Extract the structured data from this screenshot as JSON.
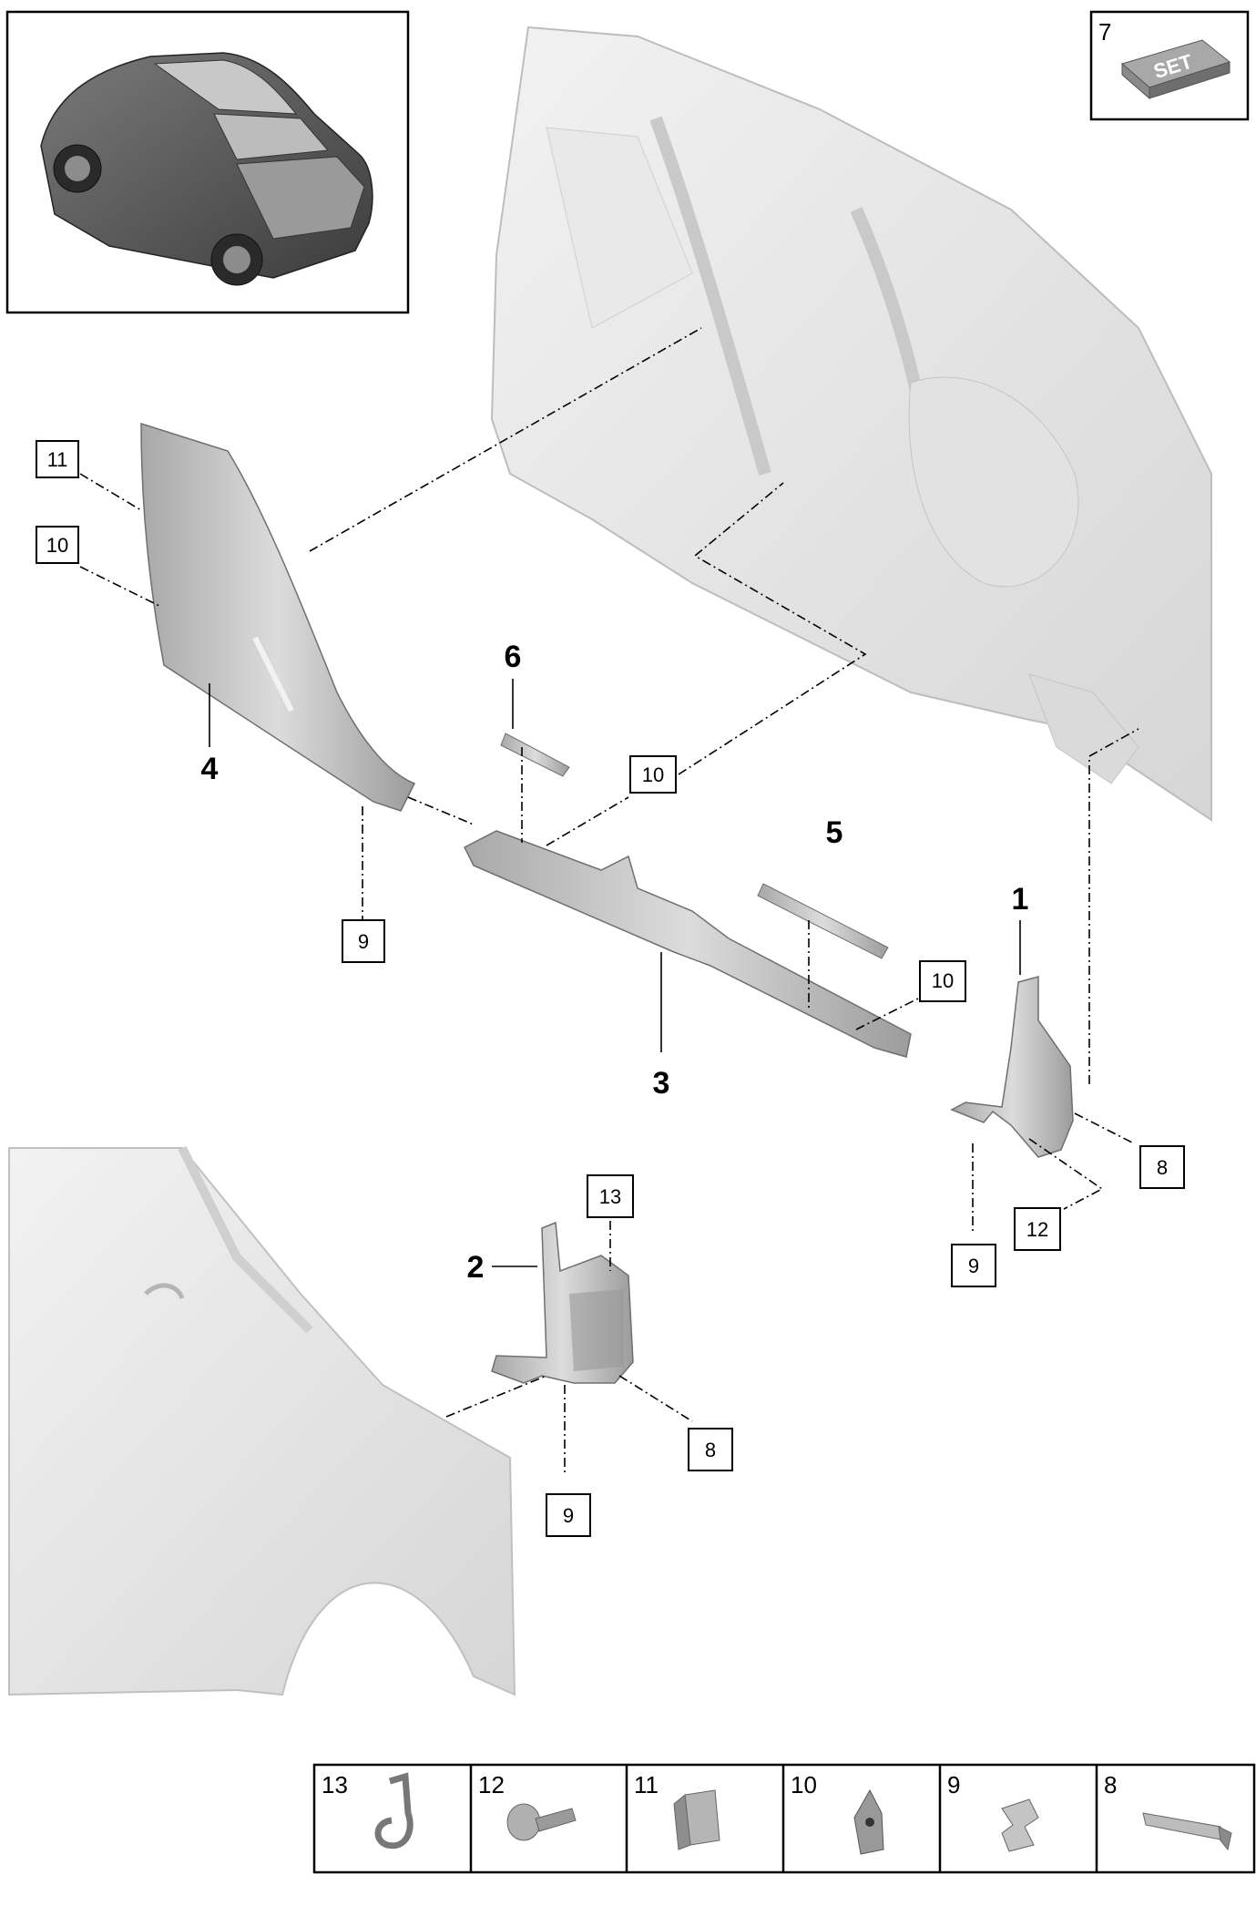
{
  "set_box": {
    "number": "7",
    "label": "SET"
  },
  "part_numbers": {
    "p1": "1",
    "p2": "2",
    "p3": "3",
    "p4": "4",
    "p5": "5",
    "p6": "6"
  },
  "callouts": {
    "c11_top": "11",
    "c10_left": "10",
    "c9_left": "9",
    "c10_mid": "10",
    "c10_right": "10",
    "c8_right": "8",
    "c12_right": "12",
    "c9_right": "9",
    "c13_low": "13",
    "c8_low": "8",
    "c9_low": "9"
  },
  "fastener_table": [
    {
      "number": "13",
      "icon": "clip-icon"
    },
    {
      "number": "12",
      "icon": "screw-icon"
    },
    {
      "number": "11",
      "icon": "clamp-icon"
    },
    {
      "number": "10",
      "icon": "expanding-nut-icon"
    },
    {
      "number": "9",
      "icon": "spring-clip-icon"
    },
    {
      "number": "8",
      "icon": "wedge-icon"
    }
  ],
  "colors": {
    "line": "#000000",
    "part_light": "#e4e4e4",
    "part_mid": "#bdbdbd",
    "part_dark": "#8a8a8a"
  }
}
